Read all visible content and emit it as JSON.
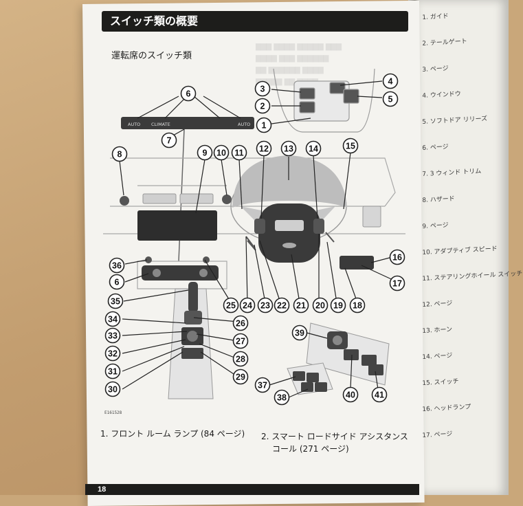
{
  "header": {
    "title": "スイッチ類の概要"
  },
  "section": {
    "subtitle": "運転席のスイッチ類"
  },
  "diagram": {
    "climate_panel": {
      "left": "AUTO",
      "center": "CLIMATE",
      "right": "AUTO"
    },
    "code": "E161528"
  },
  "callouts": [
    "1",
    "2",
    "3",
    "4",
    "5",
    "6",
    "6",
    "7",
    "8",
    "9",
    "10",
    "11",
    "12",
    "13",
    "14",
    "15",
    "16",
    "17",
    "18",
    "19",
    "20",
    "21",
    "22",
    "23",
    "24",
    "25",
    "26",
    "27",
    "28",
    "29",
    "30",
    "31",
    "32",
    "33",
    "34",
    "35",
    "36",
    "37",
    "38",
    "39",
    "40",
    "41"
  ],
  "captions": [
    {
      "number": "1.",
      "text": "フロント ルーム ランプ (84 ページ)"
    },
    {
      "number": "2.",
      "text": "スマート ロードサイド アシスタンス",
      "text2": "コール (271 ページ)"
    }
  ],
  "footer": {
    "page_number": "18"
  },
  "right_page": {
    "lines": [
      "1. ガイド",
      "2. テールゲート",
      "3. ページ",
      "4. ウインドウ",
      "5. ソフトドア リリーズ",
      "6. ページ",
      "7. 3 ウィンド トリム",
      "8. ハザード",
      "9. ページ",
      "10. アダプティブ スピード",
      "11. ステアリングホイール スイッチ",
      "12. ページ",
      "13. ホーン",
      "14. ページ",
      "15. スイッチ",
      "16. ヘッドランプ",
      "17. ページ"
    ]
  }
}
